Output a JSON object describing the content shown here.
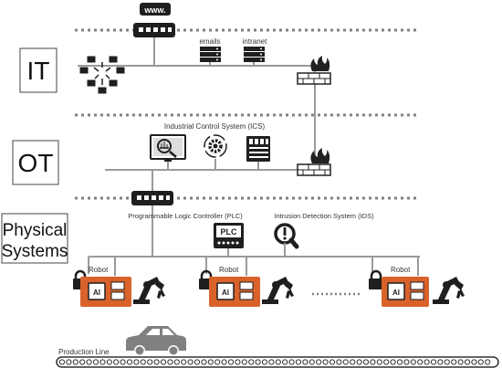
{
  "layers": {
    "it": "IT",
    "ot": "OT",
    "physical_line1": "Physical",
    "physical_line2": "Systems"
  },
  "it": {
    "internet": "www.",
    "emails": "emails",
    "intranet": "intranet"
  },
  "ot": {
    "ics": "Industrial Control System (ICS)"
  },
  "physical": {
    "plc": "Programmable Logic Controller (PLC)",
    "plc_badge": "PLC",
    "ids": "Intrusion Detection System (IDS)",
    "robots": [
      "Robot",
      "Robot",
      "Robot"
    ],
    "chip_label": "AI",
    "production_line": "Production Line"
  },
  "colors": {
    "network_line": "#9a9a9a",
    "dotted_separator": "#808080",
    "robot_orange": "#d9622b",
    "firewall": "#222222",
    "flame": "#222222",
    "car": "#808080"
  },
  "icons": [
    "internet-router",
    "network-hub",
    "server",
    "firewall",
    "workstation",
    "gear-cycle",
    "lock",
    "robot-arm",
    "conveyor-belt",
    "car",
    "magnifier-alert",
    "plc-display"
  ]
}
